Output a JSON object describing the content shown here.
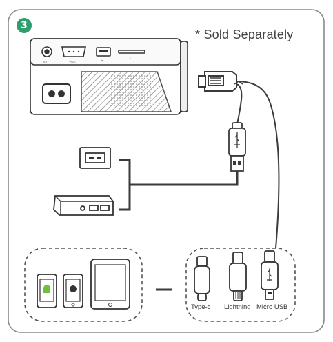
{
  "step": {
    "number": "3"
  },
  "note": "* Sold Separately",
  "connectors": [
    {
      "label": "Type-c"
    },
    {
      "label": "Lightning"
    },
    {
      "label": "Micro USB"
    }
  ],
  "colors": {
    "accent": "#2f9e6e",
    "line": "#3a3a3a"
  }
}
